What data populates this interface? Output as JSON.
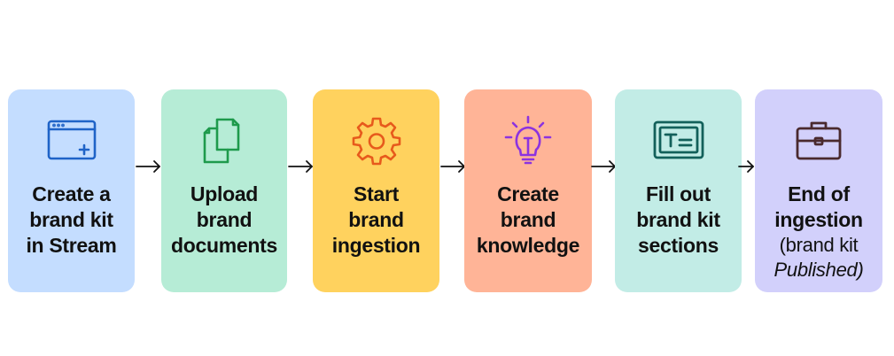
{
  "steps": [
    {
      "id": "create-brand-kit",
      "icon": "browser-window-add-icon",
      "color": "#c4ddff",
      "icon_color": "#1f63c7",
      "lines": [
        "Create a",
        "brand kit",
        "in Stream"
      ]
    },
    {
      "id": "upload-documents",
      "icon": "documents-copy-icon",
      "color": "#b6ecd6",
      "icon_color": "#1e9a4c",
      "lines": [
        "Upload",
        "brand",
        "documents"
      ]
    },
    {
      "id": "start-ingestion",
      "icon": "gear-icon",
      "color": "#ffd25e",
      "icon_color": "#e75a1c",
      "lines": [
        "Start",
        "brand",
        "ingestion"
      ]
    },
    {
      "id": "create-knowledge",
      "icon": "lightbulb-icon",
      "color": "#ffb497",
      "icon_color": "#8c33e0",
      "lines": [
        "Create",
        "brand",
        "knowledge"
      ]
    },
    {
      "id": "fill-sections",
      "icon": "text-form-icon",
      "color": "#c2ece6",
      "icon_color": "#12605a",
      "lines": [
        "Fill out",
        "brand kit",
        "sections"
      ]
    },
    {
      "id": "end-ingestion",
      "icon": "briefcase-icon",
      "color": "#d2d0fb",
      "icon_color": "#4a2a2e",
      "lines": [
        "End of",
        "ingestion",
        "(brand kit",
        "Published)"
      ]
    }
  ],
  "colors": {
    "arrow": "#111111",
    "text": "#111111",
    "background": "#ffffff"
  }
}
